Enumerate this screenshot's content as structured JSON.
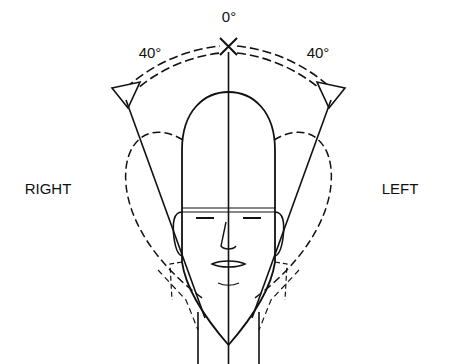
{
  "diagram": {
    "labels": [
      "0°",
      "40°",
      "40°",
      "RIGHT",
      "LEFT"
    ]
  }
}
